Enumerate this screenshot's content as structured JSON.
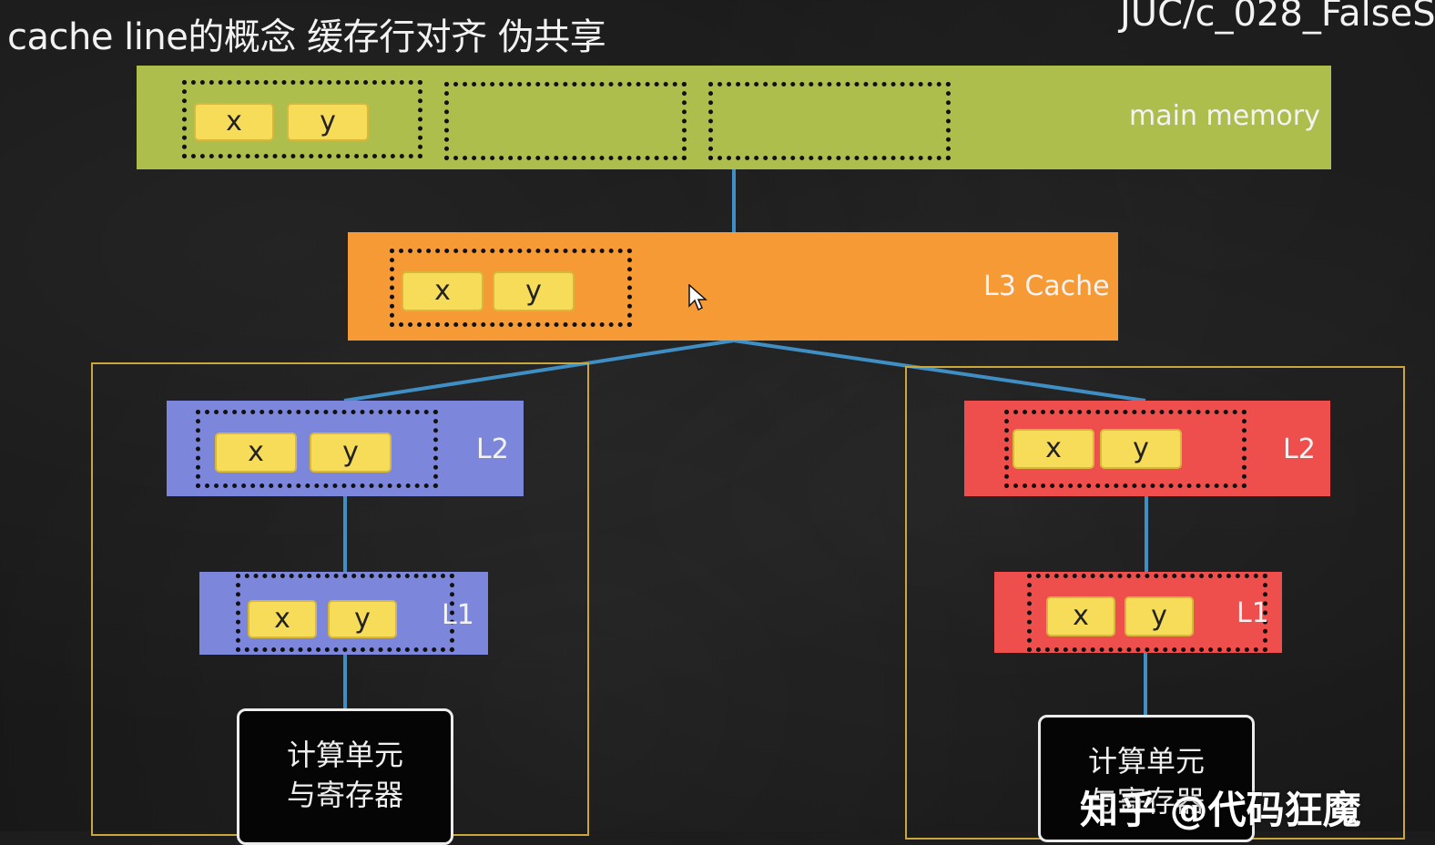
{
  "title": "cache line的概念 缓存行对齐 伪共享",
  "corner_text": "JUC/c_028_FalseS",
  "main_memory": {
    "label": "main memory",
    "cells": [
      "x",
      "y"
    ]
  },
  "l3": {
    "label": "L3 Cache",
    "cells": [
      "x",
      "y"
    ]
  },
  "left_core": {
    "l2": {
      "label": "L2",
      "cells": [
        "x",
        "y"
      ]
    },
    "l1": {
      "label": "L1",
      "cells": [
        "x",
        "y"
      ]
    },
    "unit": {
      "line1": "计算单元",
      "line2": "与寄存器"
    }
  },
  "right_core": {
    "l2": {
      "label": "L2",
      "cells": [
        "x",
        "y"
      ]
    },
    "l1": {
      "label": "L1",
      "cells": [
        "x",
        "y"
      ]
    },
    "unit": {
      "line1": "计算单元",
      "line2": "与寄存器"
    }
  },
  "watermark": "知乎 @代码狂魔",
  "colors": {
    "main_memory": "#aebe4d",
    "l3": "#f59a35",
    "left_core": "#7c86db",
    "right_core": "#ef4f4c",
    "cell": "#f7dc5a",
    "connector": "#3f8fc5",
    "core_frame": "#c9a73e"
  }
}
